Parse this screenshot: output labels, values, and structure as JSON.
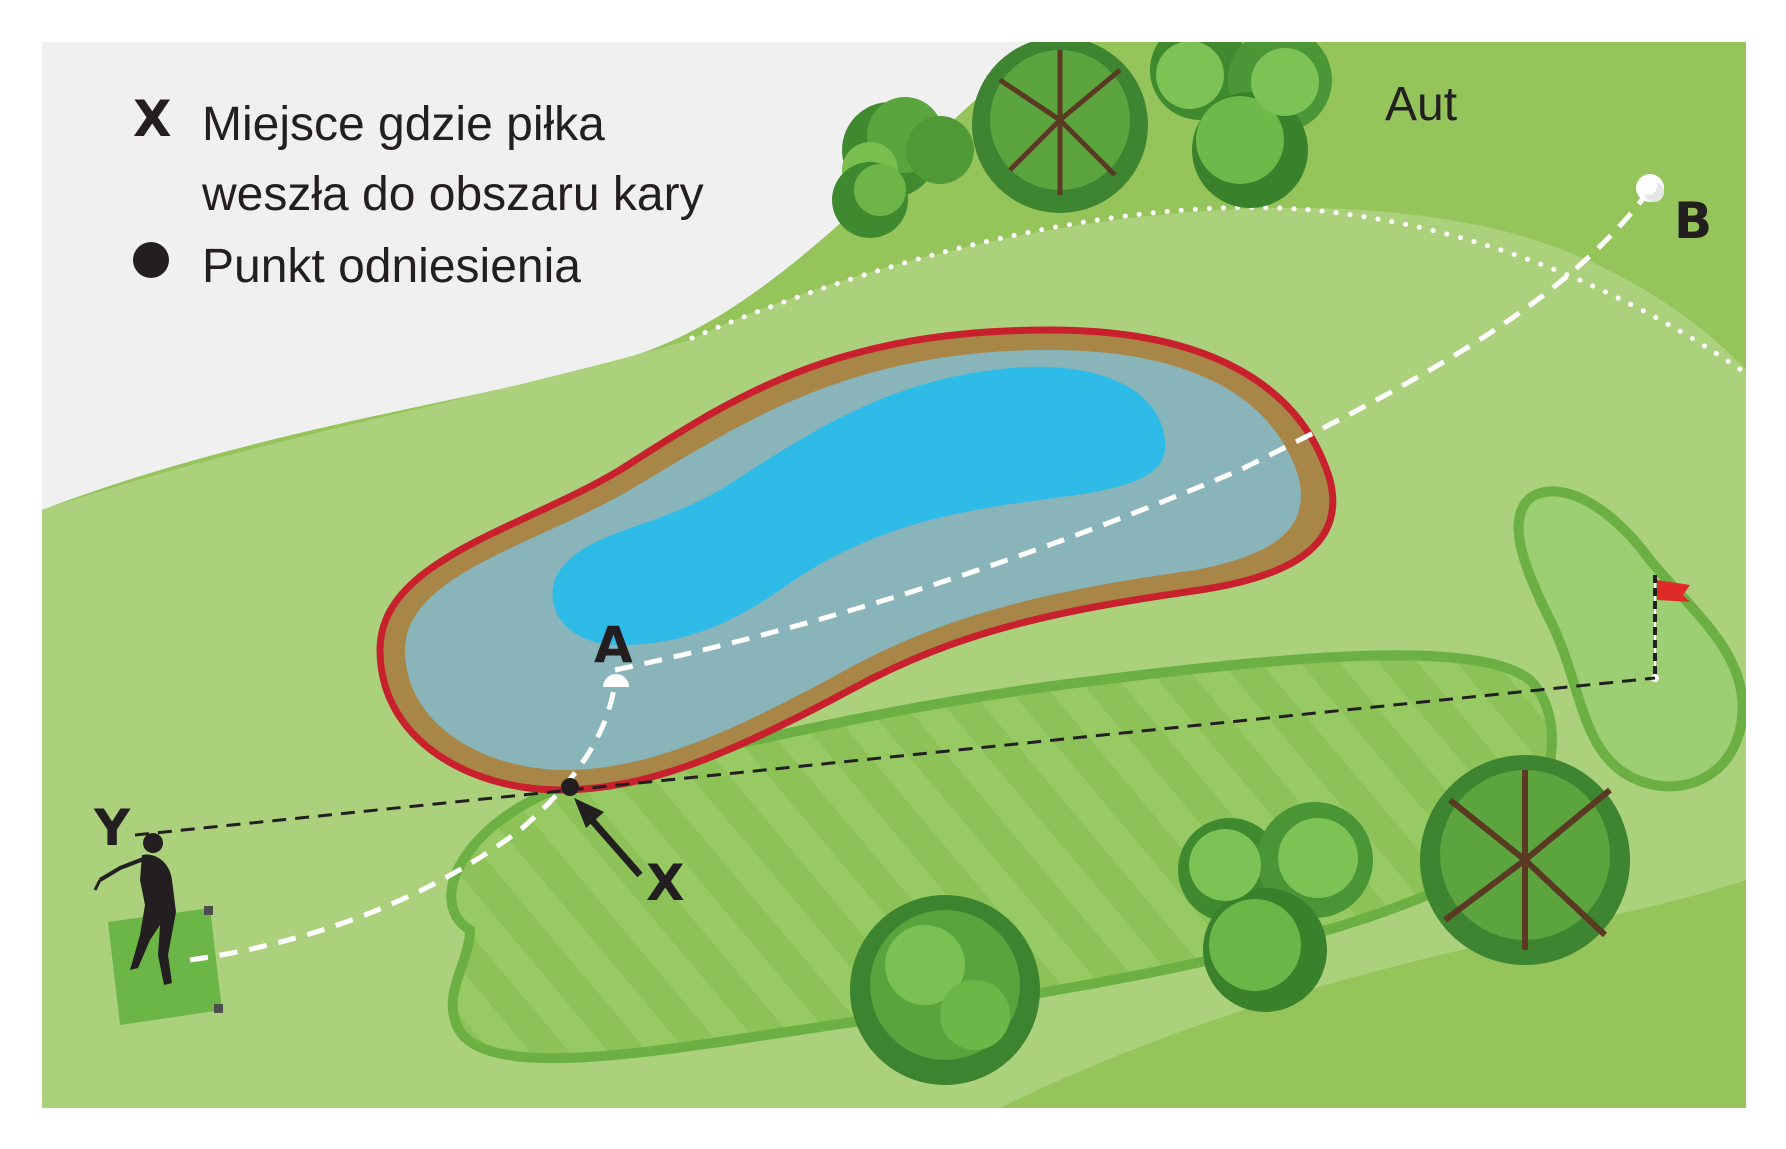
{
  "legend": {
    "x_symbol": "X",
    "x_line1": "Miejsce gdzie piłka",
    "x_line2": "weszła do obszaru kary",
    "dot_label": "Punkt odniesienia"
  },
  "labels": {
    "out_of_bounds": "Aut",
    "point_a": "A",
    "point_b": "B",
    "point_x": "X",
    "point_y": "Y"
  },
  "colors": {
    "out_of_bounds_area": "#f0f0f0",
    "rough": "#94c45a",
    "light_rough": "#acd17d",
    "fairway": "#8cc257",
    "fairway_edge": "#6cb044",
    "green": "#9cce73",
    "penalty_line": "#c8202c",
    "bank": "#a88648",
    "shallow_water": "#88b4ba",
    "deep_water": "#2fbbe8",
    "flag": "#e02a2a",
    "ink": "#231f20"
  }
}
